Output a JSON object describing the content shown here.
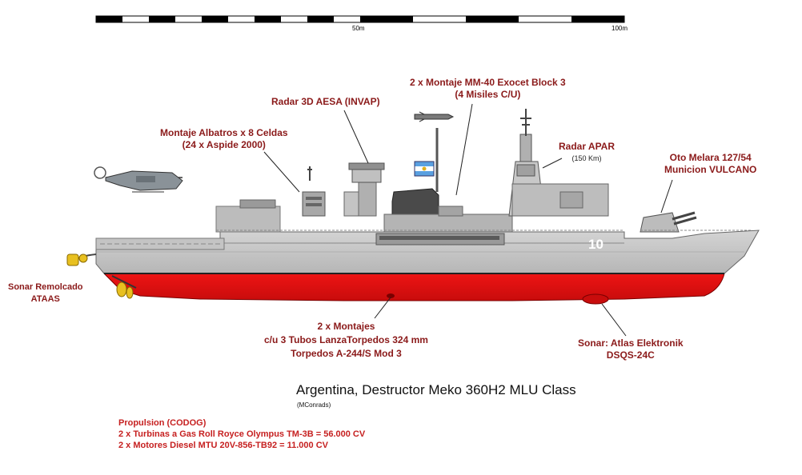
{
  "scale": {
    "mark_50": "50m",
    "mark_100": "100m"
  },
  "labels": {
    "exocet": {
      "line1": "2 x Montaje MM-40 Exocet Block 3",
      "line2": "(4 Misiles C/U)"
    },
    "radar_aesa": {
      "line1": "Radar 3D AESA (INVAP)"
    },
    "albatros": {
      "line1": "Montaje Albatros x 8 Celdas",
      "line2": "(24 x Aspide 2000)"
    },
    "apar": {
      "line1": "Radar APAR",
      "line2": "(150 Km)"
    },
    "oto_melara": {
      "line1": "Oto Melara  127/54",
      "line2": "Municion VULCANO"
    },
    "sonar_towed": {
      "line1": "Sonar Remolcado",
      "line2": "ATAAS"
    },
    "torpedoes": {
      "line1": "2 x Montajes",
      "line2": "c/u 3 Tubos  LanzaTorpedos  324 mm",
      "line3": "Torpedos A-244/S Mod 3"
    },
    "sonar_hull": {
      "line1": "Sonar: Atlas Elektronik",
      "line2": "DSQS-24C"
    }
  },
  "hull_number": "10",
  "title": "Argentina, Destructor Meko 360H2 MLU Class",
  "credit": "(MConrads)",
  "propulsion": {
    "heading": "Propulsion (CODOG)",
    "line1": "2 x Turbinas a Gas Roll Royce Olympus TM-3B = 56.000 CV",
    "line2": "2 x Motores Diesel  MTU 20V-856-TB92 = 11.000 CV"
  },
  "colors": {
    "label": "#8b1a1a",
    "propulsion": "#c62020",
    "hull_upper": "#c8c8c8",
    "hull_lower": "#e01010",
    "superstructure": "#b8b8b8",
    "dark_gray": "#555555"
  }
}
